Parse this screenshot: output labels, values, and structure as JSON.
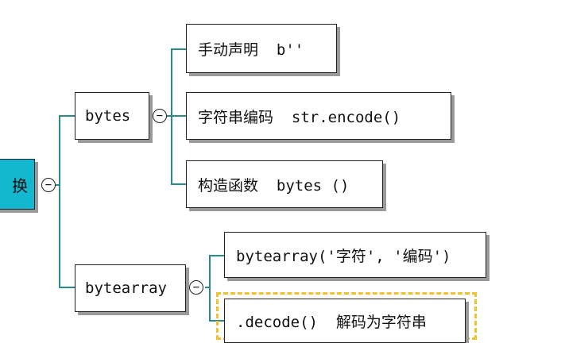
{
  "root": {
    "label": "换"
  },
  "branches": [
    {
      "label": "bytes",
      "children": [
        {
          "label": "手动声明  b''"
        },
        {
          "label": "字符串编码  str.encode()"
        },
        {
          "label": "构造函数  bytes ()"
        }
      ]
    },
    {
      "label": "bytearray",
      "children": [
        {
          "label": "bytearray('字符', '编码')"
        },
        {
          "label": ".decode()  解码为字符串"
        }
      ]
    }
  ],
  "collapse_glyph": "−",
  "colors": {
    "link": "#2a8a8a",
    "root_fill": "#13b7cf",
    "selection": "#f2c12e"
  }
}
